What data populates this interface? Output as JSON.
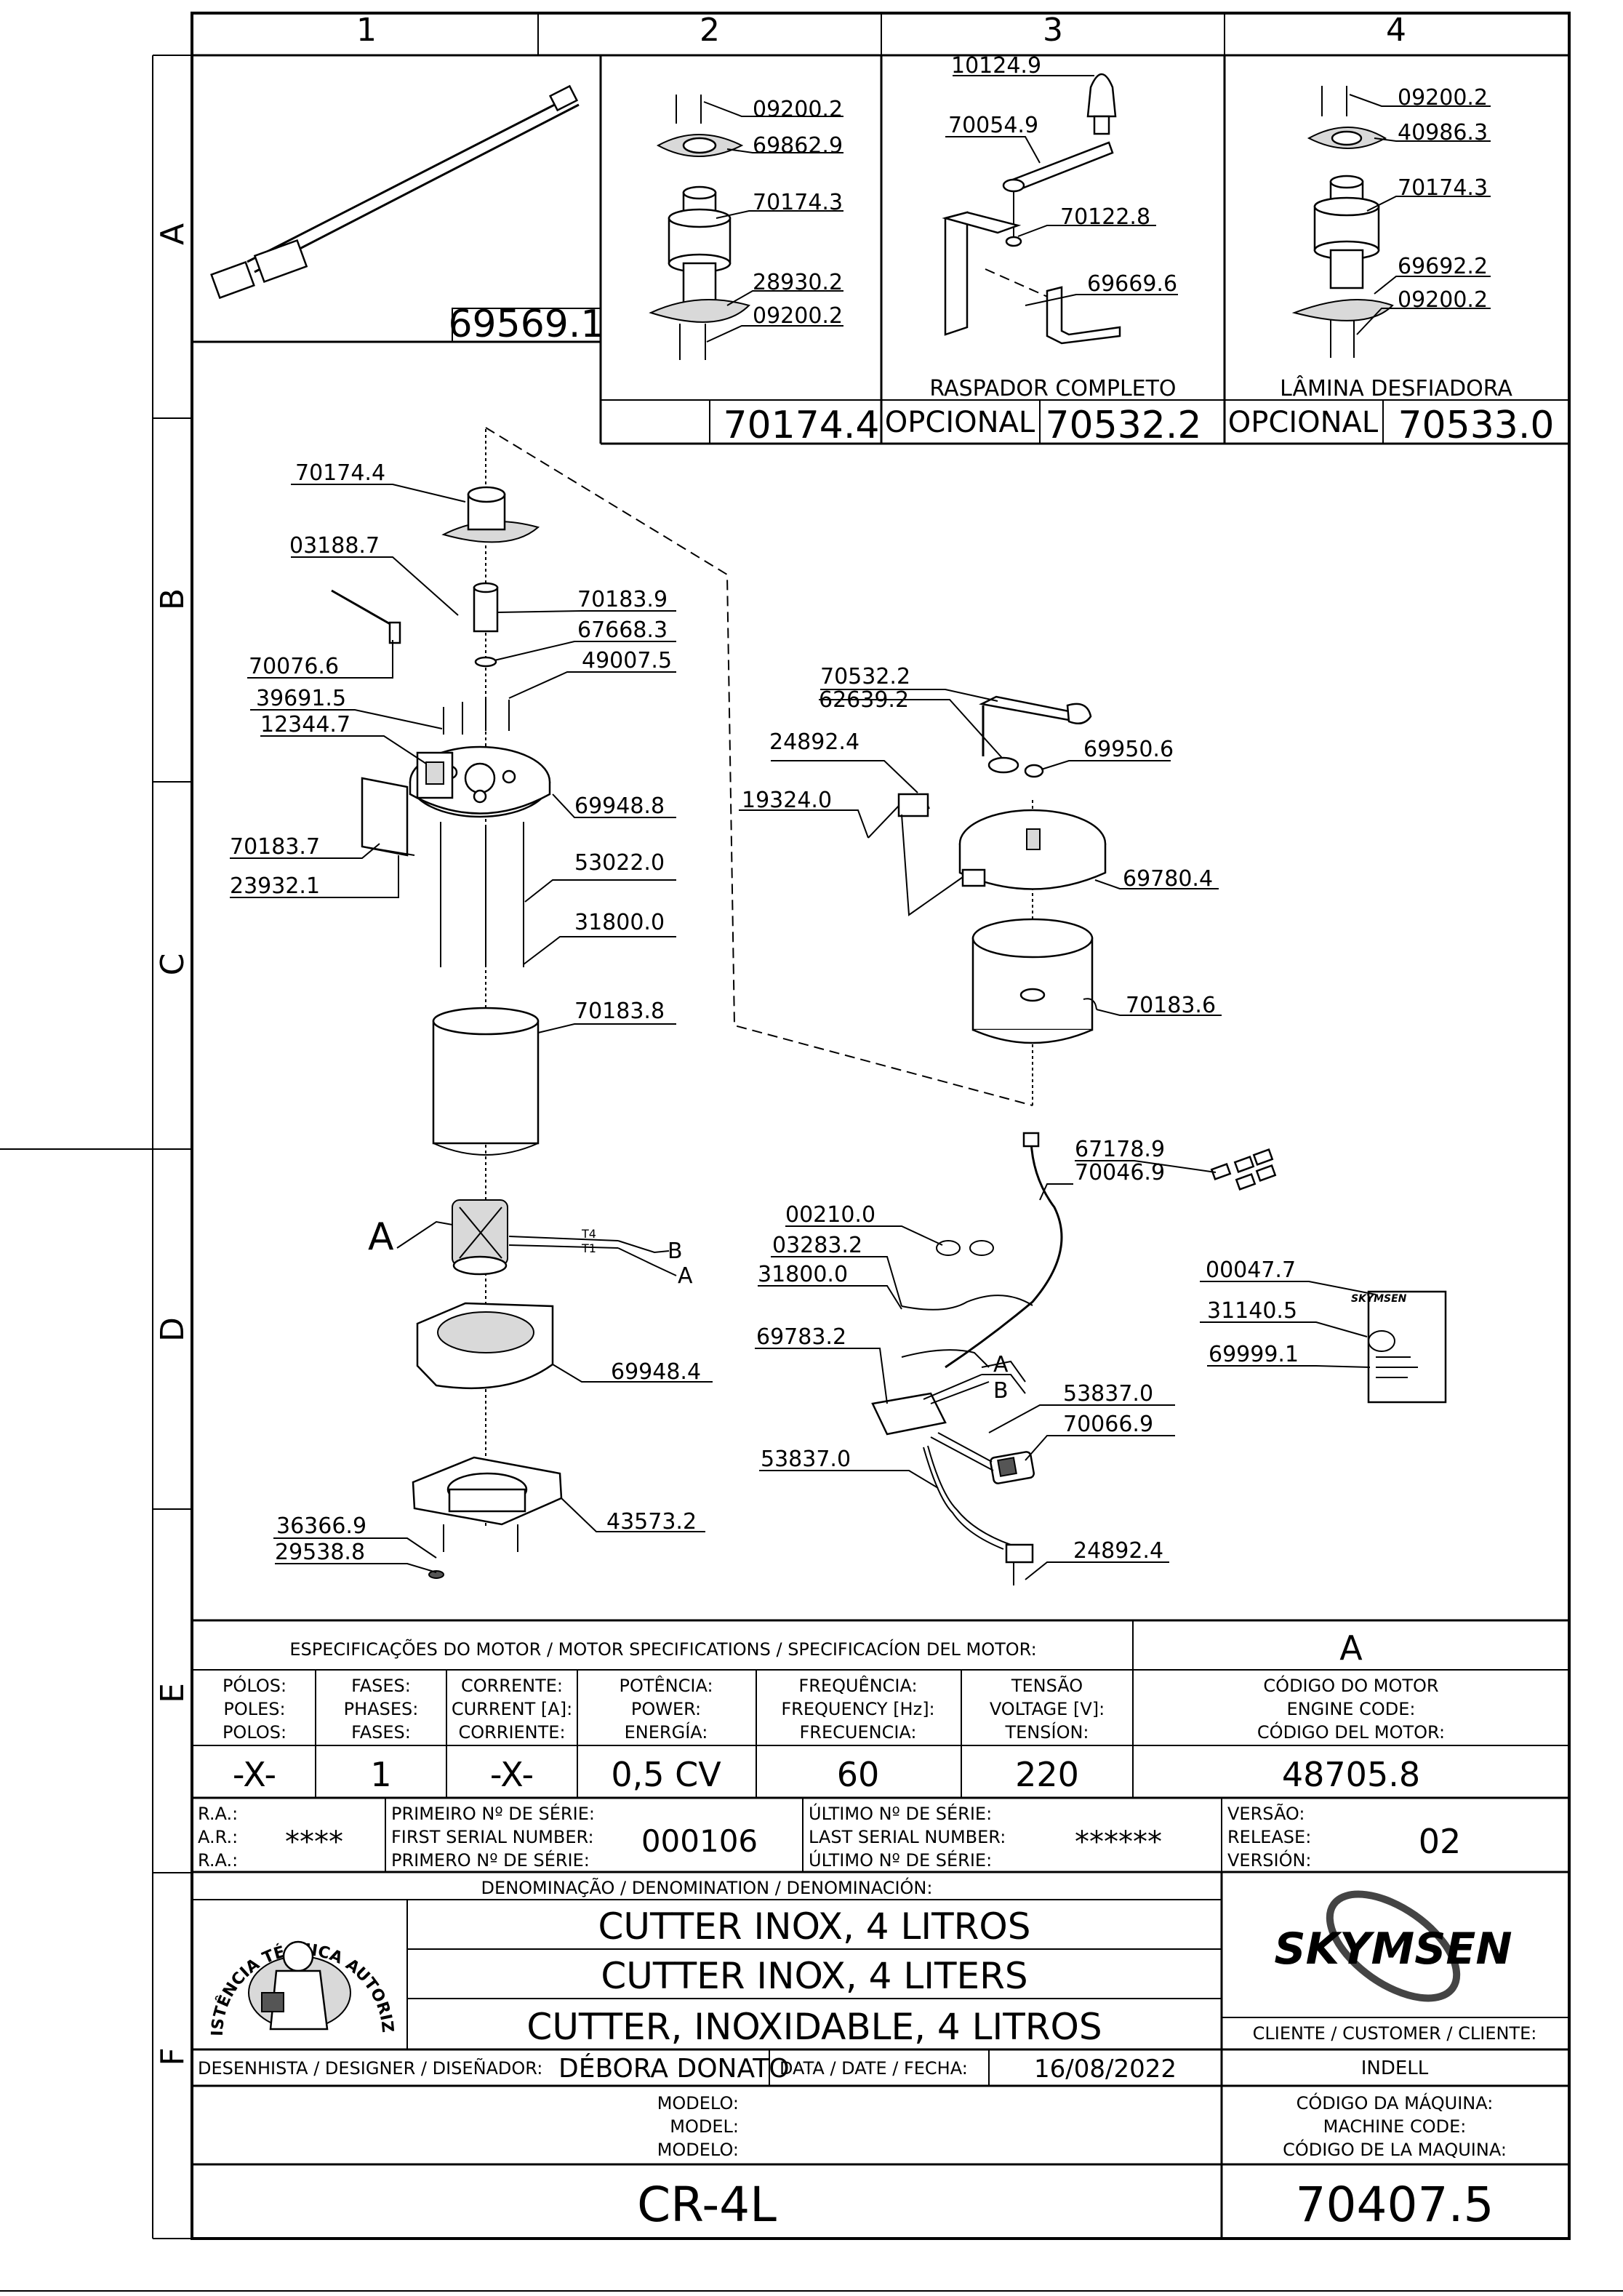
{
  "grid": {
    "columns": [
      "1",
      "2",
      "3",
      "4"
    ],
    "rows": [
      "A",
      "B",
      "C",
      "D",
      "E",
      "F"
    ]
  },
  "kits": {
    "cable_kit": "69569.1",
    "blade_kit_code": "70174.4",
    "scraper_name": "RASPADOR COMPLETO",
    "scraper_optional": "OPCIONAL",
    "scraper_code": "70532.2",
    "shred_name": "LÂMINA DESFIADORA",
    "shred_optional": "OPCIONAL",
    "shred_code": "70533.0"
  },
  "callouts": {
    "k2_a": "09200.2",
    "k2_b": "69862.9",
    "k2_c": "70174.3",
    "k2_d": "28930.2",
    "k2_e": "09200.2",
    "k3_a": "10124.9",
    "k3_b": "70054.9",
    "k3_c": "70122.8",
    "k3_d": "69669.6",
    "k4_a": "09200.2",
    "k4_b": "40986.3",
    "k4_c": "70174.3",
    "k4_d": "69692.2",
    "k4_e": "09200.2",
    "m1": "70174.4",
    "m2": "03188.7",
    "m3": "70183.9",
    "m4": "67668.3",
    "m5": "49007.5",
    "m6": "70076.6",
    "m7": "39691.5",
    "m8": "12344.7",
    "m9": "69948.8",
    "m10": "70183.7",
    "m11": "23932.1",
    "m12": "53022.0",
    "m13": "31800.0",
    "m14": "70183.8",
    "m15": "A",
    "m16": "T4",
    "m17": "T1",
    "m18": "B",
    "m19": "A",
    "m20": "69948.4",
    "m21": "36366.9",
    "m22": "29538.8",
    "m23": "43573.2",
    "b1": "70532.2",
    "b2": "62639.2",
    "b3": "24892.4",
    "b4": "69950.6",
    "b5": "19324.0",
    "b6": "69780.4",
    "b7": "70183.6",
    "e1": "67178.9",
    "e2": "70046.9",
    "e3": "00210.0",
    "e4": "03283.2",
    "e5": "31800.0",
    "e6": "69783.2",
    "e7": "A",
    "e8": "B",
    "e9": "53837.0",
    "e10": "70066.9",
    "e11": "53837.0",
    "e12": "24892.4",
    "e13": "00047.7",
    "e14": "31140.5",
    "e15": "69999.1",
    "e16": "SKYMSEN"
  },
  "motor": {
    "header": "ESPECIFICAÇÕES DO MOTOR / MOTOR SPECIFICATIONS / SPECIFICACÍON DEL MOTOR:",
    "variant": "A",
    "col_poles": [
      "PÓLOS:",
      "POLES:",
      "POLOS:"
    ],
    "col_phases": [
      "FASES:",
      "PHASES:",
      "FASES:"
    ],
    "col_current": [
      "CORRENTE:",
      "CURRENT [A]:",
      "CORRIENTE:"
    ],
    "col_power": [
      "POTÊNCIA:",
      "POWER:",
      "ENERGÍA:"
    ],
    "col_freq": [
      "FREQUÊNCIA:",
      "FREQUENCY [Hz]:",
      "FRECUENCIA:"
    ],
    "col_voltage": [
      "TENSÃO",
      "VOLTAGE [V]:",
      "TENSÍON:"
    ],
    "col_code": [
      "CÓDIGO DO MOTOR",
      "ENGINE CODE:",
      "CÓDIGO DEL MOTOR:"
    ],
    "poles": "-X-",
    "phases": "1",
    "current": "-X-",
    "power": "0,5 CV",
    "frequency": "60",
    "voltage": "220",
    "engine_code": "48705.8"
  },
  "serial": {
    "ra_labels": [
      "R.A.:",
      "A.R.:",
      "R.A.:"
    ],
    "ra_value": "****",
    "first_labels": [
      "PRIMEIRO Nº DE SÉRIE:",
      "FIRST SERIAL NUMBER:",
      "PRIMERO Nº DE SÉRIE:"
    ],
    "first_value": "000106",
    "last_labels": [
      "ÚLTIMO Nº DE SÉRIE:",
      "LAST SERIAL NUMBER:",
      "ÚLTIMO Nº DE SÉRIE:"
    ],
    "last_value": "******",
    "release_labels": [
      "VERSÃO:",
      "RELEASE:",
      "VERSIÓN:"
    ],
    "release_value": "02"
  },
  "title_block": {
    "denomination_label": "DENOMINAÇÃO / DENOMINATION / DENOMINACIÓN:",
    "name_pt": "CUTTER INOX, 4 LITROS",
    "name_en": "CUTTER INOX, 4 LITERS",
    "name_es": "CUTTER, INOXIDABLE, 4 LITROS",
    "stamp_top": "ASSISTÊNCIA TÉCNICA AUTORIZADA",
    "logo": "SKYMSEN",
    "customer_label": "CLIENTE / CUSTOMER / CLIENTE:",
    "customer": "INDELL",
    "designer_label": "DESENHISTA / DESIGNER / DISEÑADOR:",
    "designer": "DÉBORA DONATO",
    "date_label": "DATA / DATE / FECHA:",
    "date": "16/08/2022",
    "model_labels": [
      "MODELO:",
      "MODEL:",
      "MODELO:"
    ],
    "model": "CR-4L",
    "machine_labels": [
      "CÓDIGO DA MÁQUINA:",
      "MACHINE CODE:",
      "CÓDIGO DE LA MAQUINA:"
    ],
    "machine_code": "70407.5"
  }
}
